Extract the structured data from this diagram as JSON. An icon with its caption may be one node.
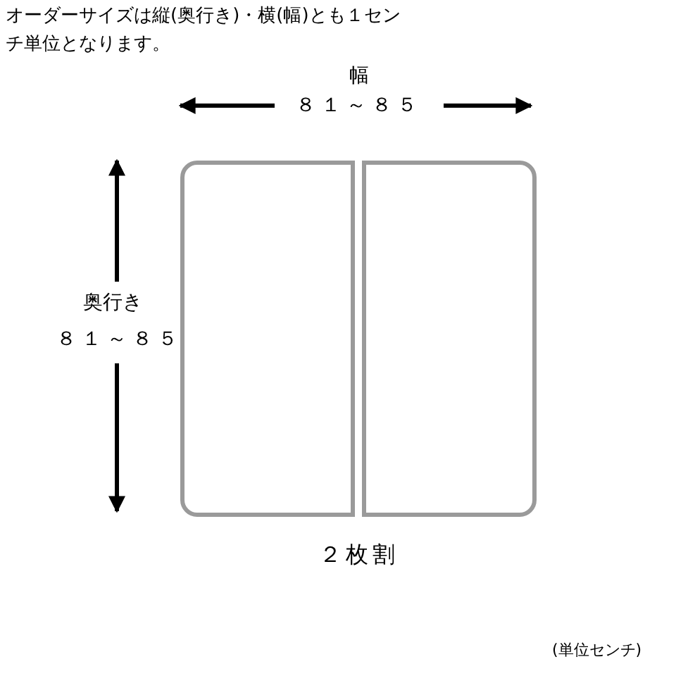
{
  "diagram": {
    "nodes": [
      {
        "text": [],
        "shape": "box"
      },
      {
        "text": [],
        "shape": "box"
      }
    ],
    "labels": [
      "オーダーサイズは縦(奥行き)・横(幅)とも１センチ単位となります。",
      "幅",
      "８１～８５",
      "奥行き",
      "８１～８５",
      "２枚割",
      "(単位センチ)"
    ]
  }
}
